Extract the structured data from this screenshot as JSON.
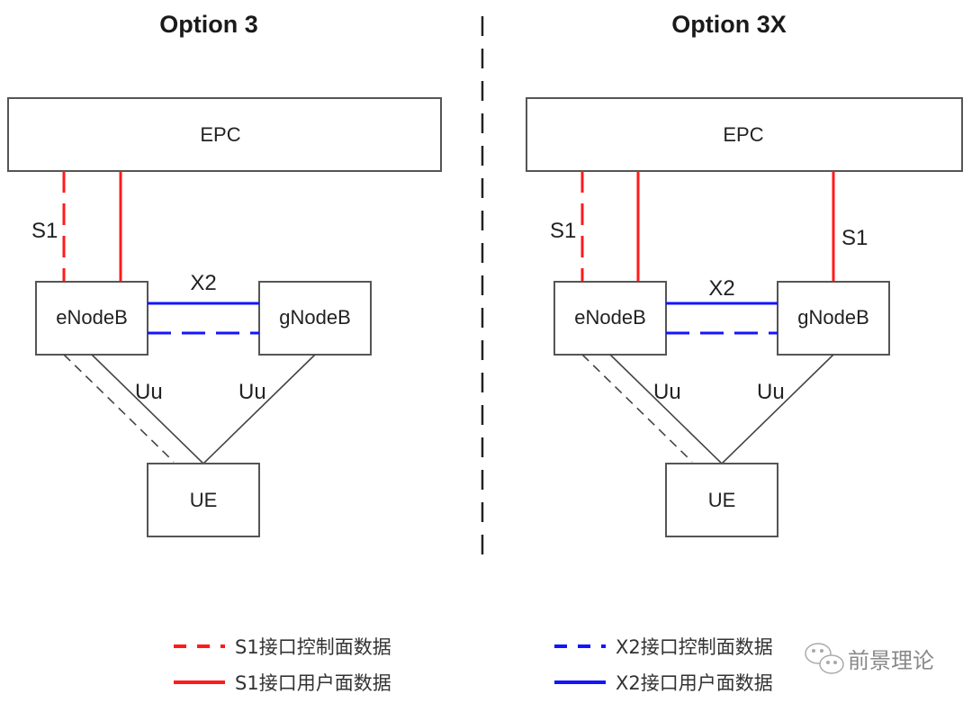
{
  "divider": {
    "style": "dashed",
    "color": "#222222"
  },
  "colors": {
    "s1": "#ff1a1a",
    "x2": "#1414ff",
    "uu": "#444444"
  },
  "panels": [
    {
      "title": "Option 3",
      "nodes": {
        "epc": "EPC",
        "enb": "eNodeB",
        "gnb": "gNodeB",
        "ue": "UE"
      },
      "labels": {
        "s1_enb": "S1",
        "x2": "X2",
        "uu_enb": "Uu",
        "uu_gnb": "Uu"
      },
      "gnb_s1": false
    },
    {
      "title": "Option 3X",
      "nodes": {
        "epc": "EPC",
        "enb": "eNodeB",
        "gnb": "gNodeB",
        "ue": "UE"
      },
      "labels": {
        "s1_enb": "S1",
        "x2": "X2",
        "uu_enb": "Uu",
        "uu_gnb": "Uu",
        "s1_gnb": "S1"
      },
      "gnb_s1": true
    }
  ],
  "legend": [
    {
      "label": "S1接口控制面数据",
      "color": "#ff1a1a",
      "style": "dashed"
    },
    {
      "label": "S1接口用户面数据",
      "color": "#ff1a1a",
      "style": "solid"
    },
    {
      "label": "X2接口控制面数据",
      "color": "#1414ff",
      "style": "dashed"
    },
    {
      "label": "X2接口用户面数据",
      "color": "#1414ff",
      "style": "solid"
    }
  ],
  "watermark": {
    "text": "前景理论",
    "icon": "wechat-icon"
  }
}
